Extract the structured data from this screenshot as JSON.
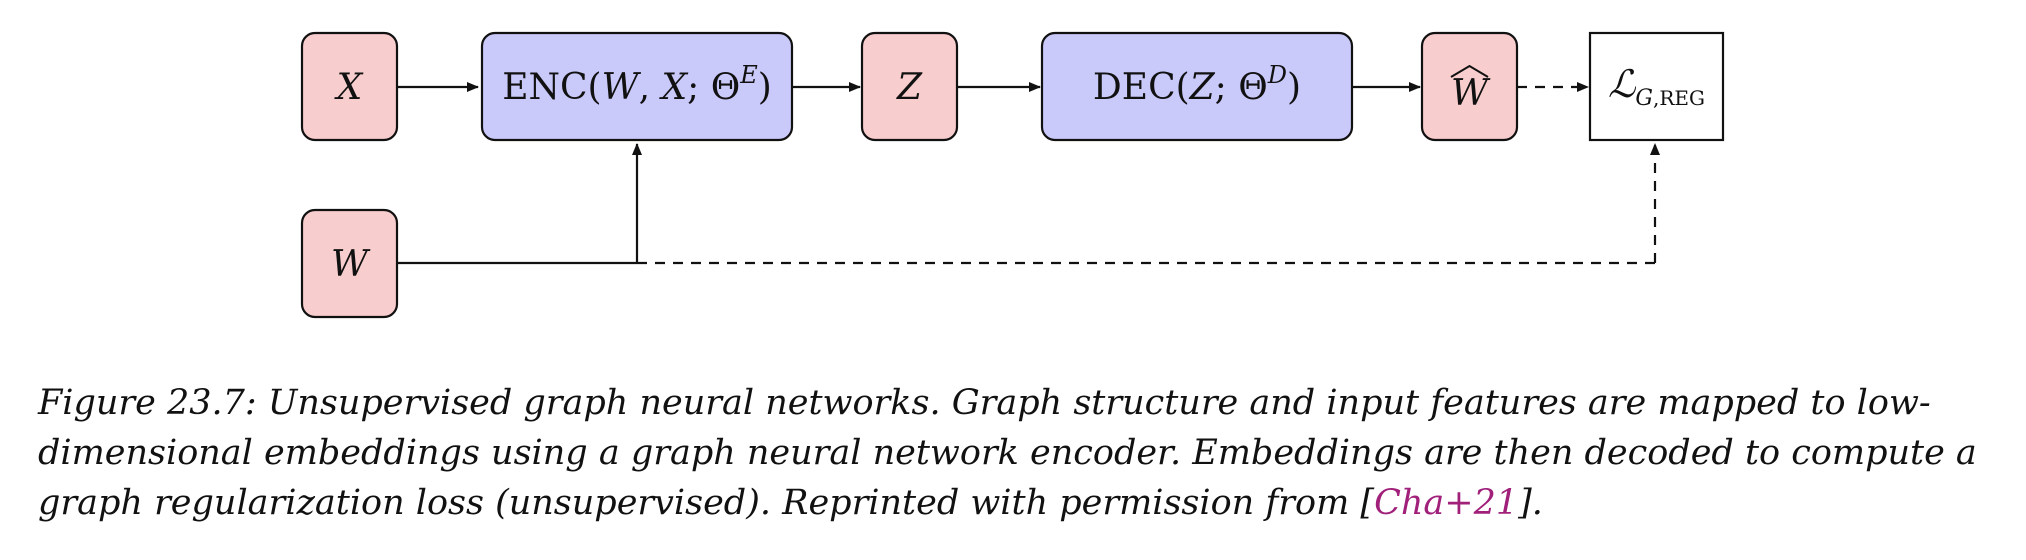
{
  "diagram": {
    "nodes": {
      "x": {
        "main": "X",
        "kind": "input"
      },
      "enc": {
        "main": "ENC(",
        "var1": "W",
        "sep1": ", ",
        "var2": "X",
        "sep2": "; Θ",
        "sup": "E",
        "close": ")",
        "kind": "function"
      },
      "z": {
        "main": "Z",
        "kind": "input"
      },
      "dec": {
        "main": "DEC(",
        "var1": "Z",
        "sep1": "; Θ",
        "sup": "D",
        "close": ")",
        "kind": "function"
      },
      "what": {
        "main": "W",
        "hat": "^",
        "kind": "input"
      },
      "w": {
        "main": "W",
        "kind": "input"
      },
      "loss": {
        "main": "ℒ",
        "sub_var": "G",
        "sub_rest": ",REG",
        "kind": "loss"
      }
    },
    "colors": {
      "input_fill": "#f8cdcd",
      "function_fill": "#c9c9fa",
      "loss_fill": "#ffffff",
      "stroke": "#111111"
    }
  },
  "caption": {
    "line1": "Figure 23.7: Unsupervised graph neural networks. Graph structure and input features are mapped to low-",
    "line2": "dimensional embeddings using a graph neural network encoder. Embeddings are then decoded to compute a",
    "line3_pre": "graph regularization loss (unsupervised). Reprinted with permission from [",
    "citation": "Cha+21",
    "line3_post": "].",
    "citation_color": "#a0207a"
  }
}
